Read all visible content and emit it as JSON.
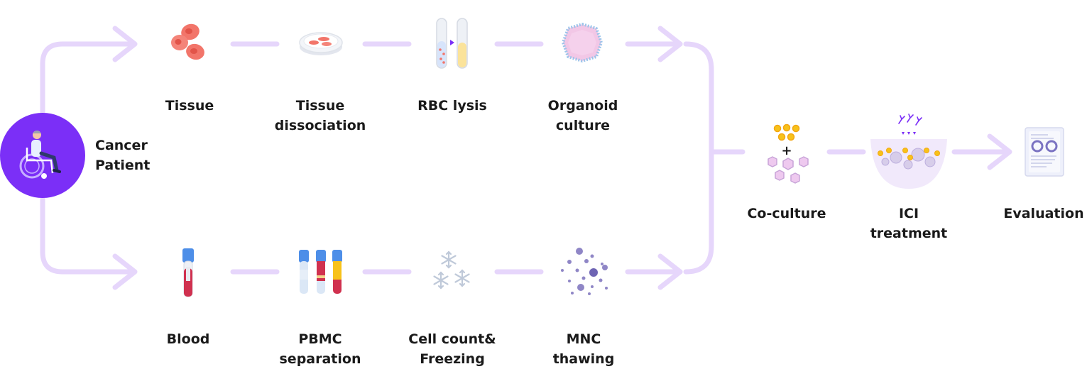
{
  "colors": {
    "connector": "#e6d6fb",
    "patient_circle": "#7b2ff7",
    "tissue_cell": "#f2756a",
    "blood_red": "#d0314f",
    "tube_cap": "#4d8ee8",
    "lymphocyte": "#8f86c6",
    "organoid": "#f2c7e6",
    "t_cell": "#f7c21a"
  },
  "patient": {
    "label_line1": "Cancer",
    "label_line2": "Patient",
    "icon": "wheelchair-patient-icon"
  },
  "tissue_branch": [
    {
      "line1": "Tissue",
      "line2": "",
      "icon": "tissue-cells-icon"
    },
    {
      "line1": "Tissue",
      "line2": "dissociation",
      "icon": "petri-dish-icon"
    },
    {
      "line1": "RBC lysis",
      "line2": "",
      "icon": "test-tubes-icon"
    },
    {
      "line1": "Organoid",
      "line2": "culture",
      "icon": "organoid-icon"
    }
  ],
  "blood_branch": [
    {
      "line1": "Blood",
      "line2": "",
      "icon": "blood-tube-icon"
    },
    {
      "line1": "PBMC",
      "line2": "separation",
      "icon": "pbmc-tubes-icon"
    },
    {
      "line1": "Cell count&",
      "line2": "Freezing",
      "icon": "snowflakes-icon"
    },
    {
      "line1": "MNC",
      "line2": "thawing",
      "icon": "scattered-cells-icon"
    }
  ],
  "final_steps": [
    {
      "line1": "Co-culture",
      "line2": "",
      "icon": "coculture-icon"
    },
    {
      "line1": "ICI",
      "line2": "treatment",
      "icon": "ici-treatment-icon"
    },
    {
      "line1": "Evaluation",
      "line2": "",
      "icon": "report-document-icon"
    }
  ],
  "coculture_symbol": "+"
}
